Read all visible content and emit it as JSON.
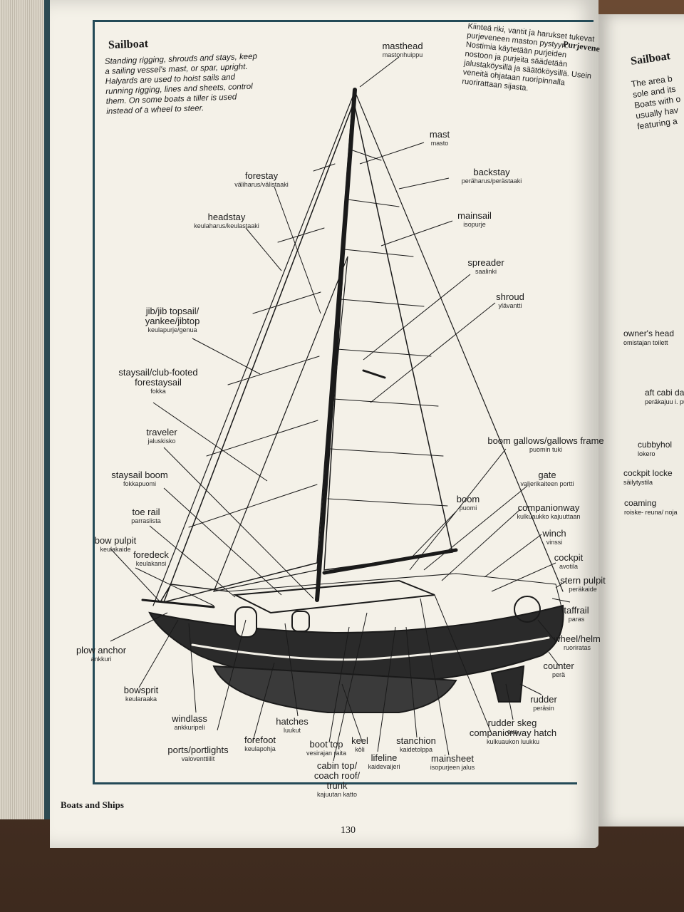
{
  "page": {
    "title": "Sailboat",
    "intro": "Standing rigging, shrouds and stays, keep a sailing vessel's mast, or spar, upright. Halyards are used to hoist sails and running rigging, lines and sheets, control them. On some boats a tiller is used instead of a wheel to steer.",
    "fi_title": "Purjevene",
    "fi_intro": "Kiinteä riki, vantit ja harukset tukevat purjeveneen maston pystyyn. Nostimia käytetään purjeiden nostoon ja purjeita säädetään jalustaköysillä ja säätököysillä. Usein veneitä ohjataan ruoripinnalla ruorirattaan sijasta.",
    "footer": "Boats and Ships",
    "page_number": "130"
  },
  "labels": [
    {
      "id": "masthead",
      "en": "masthead",
      "fi": "mastonhuippu"
    },
    {
      "id": "mast",
      "en": "mast",
      "fi": "masto"
    },
    {
      "id": "forestay",
      "en": "forestay",
      "fi": "väliharus/välistaaki"
    },
    {
      "id": "backstay",
      "en": "backstay",
      "fi": "peräharus/perästaaki"
    },
    {
      "id": "headstay",
      "en": "headstay",
      "fi": "keulaharus/keulastaaki"
    },
    {
      "id": "mainsail",
      "en": "mainsail",
      "fi": "isopurje"
    },
    {
      "id": "spreader",
      "en": "spreader",
      "fi": "saalinki"
    },
    {
      "id": "shroud",
      "en": "shroud",
      "fi": "ylävantti"
    },
    {
      "id": "jib",
      "en": "jib/jib topsail/ yankee/jibtop",
      "fi": "keulapurje/genua"
    },
    {
      "id": "staysail",
      "en": "staysail/club-footed forestaysail",
      "fi": "fokka"
    },
    {
      "id": "traveler",
      "en": "traveler",
      "fi": "jaluskisko"
    },
    {
      "id": "staysail_boom",
      "en": "staysail boom",
      "fi": "fokkapuomi"
    },
    {
      "id": "toe_rail",
      "en": "toe rail",
      "fi": "parraslista"
    },
    {
      "id": "bow_pulpit",
      "en": "bow pulpit",
      "fi": "keulakaide"
    },
    {
      "id": "foredeck",
      "en": "foredeck",
      "fi": "keulakansi"
    },
    {
      "id": "plow_anchor",
      "en": "plow anchor",
      "fi": "ankkuri"
    },
    {
      "id": "bowsprit",
      "en": "bowsprit",
      "fi": "keularaaka"
    },
    {
      "id": "windlass",
      "en": "windlass",
      "fi": "ankkuripeli"
    },
    {
      "id": "portlights",
      "en": "ports/portlights",
      "fi": "valoventtiilit"
    },
    {
      "id": "forefoot",
      "en": "forefoot",
      "fi": "keulapohja"
    },
    {
      "id": "hatches",
      "en": "hatches",
      "fi": "luukut"
    },
    {
      "id": "boot_top",
      "en": "boot top",
      "fi": "vesirajan raita"
    },
    {
      "id": "keel",
      "en": "keel",
      "fi": "köli"
    },
    {
      "id": "lifeline",
      "en": "lifeline",
      "fi": "kaidevaijeri"
    },
    {
      "id": "cabin_top",
      "en": "cabin top/ coach roof/ trunk",
      "fi": "kajuutan katto"
    },
    {
      "id": "stanchion",
      "en": "stanchion",
      "fi": "kaidetolppa"
    },
    {
      "id": "mainsheet",
      "en": "mainsheet",
      "fi": "isopurjeen jalus"
    },
    {
      "id": "companionway_hatch",
      "en": "companionway hatch",
      "fi": "kulkuaukon luukku"
    },
    {
      "id": "rudder_skeg",
      "en": "rudder skeg",
      "fi": "eva"
    },
    {
      "id": "rudder",
      "en": "rudder",
      "fi": "peräsin"
    },
    {
      "id": "counter",
      "en": "counter",
      "fi": "perä"
    },
    {
      "id": "wheel",
      "en": "wheel/helm",
      "fi": "ruoriratas"
    },
    {
      "id": "taffrail",
      "en": "taffrail",
      "fi": "paras"
    },
    {
      "id": "stern_pulpit",
      "en": "stern pulpit",
      "fi": "peräkaide"
    },
    {
      "id": "cockpit",
      "en": "cockpit",
      "fi": "avotila"
    },
    {
      "id": "winch",
      "en": "winch",
      "fi": "vinssi"
    },
    {
      "id": "companionway",
      "en": "companionway",
      "fi": "kulkuaukko kajuuttaan"
    },
    {
      "id": "boom",
      "en": "boom",
      "fi": "puomi"
    },
    {
      "id": "gate",
      "en": "gate",
      "fi": "valjerikaiteen portti"
    },
    {
      "id": "boom_gallows",
      "en": "boom gallows/gallows frame",
      "fi": "puomin tuki"
    }
  ],
  "right_page": {
    "title": "Sailboat",
    "intro": "The area b sole and its Boats with o usually hav featuring a",
    "labels": [
      {
        "en": "owner's head",
        "fi": "omistajan toilett"
      },
      {
        "en": "aft cabi day",
        "fi": "peräkajuu i. pu"
      },
      {
        "en": "cubbyhol",
        "fi": "lokero"
      },
      {
        "en": "cockpit locke",
        "fi": "säilytystila"
      },
      {
        "en": "coaming",
        "fi": "roiske- reuna/ noja"
      }
    ]
  },
  "colors": {
    "frame": "#244a57",
    "paper": "#f4f1e8",
    "ink": "#1a1a1a"
  }
}
